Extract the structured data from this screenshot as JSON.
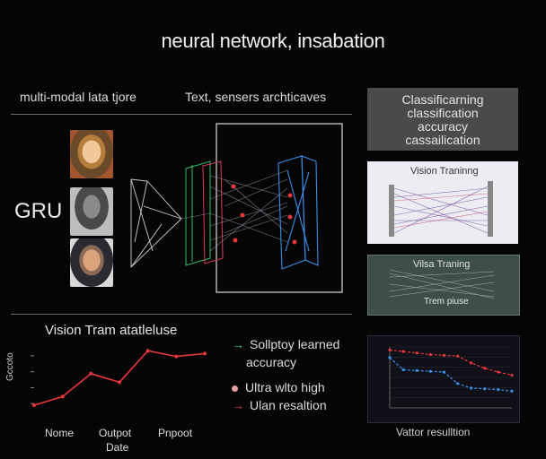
{
  "title": "neural network, insabation",
  "header": {
    "left_label": "multi-modal lata tjore",
    "center_label": "Text, sensers archticaves"
  },
  "side_label": "GRU",
  "right_panels": {
    "top": {
      "lines": [
        "Classificarning",
        "classification",
        "accuracy",
        "cassailication"
      ]
    },
    "vision": {
      "title": "Vision Traninng"
    },
    "green": {
      "title": "Vilsa Traning",
      "subtitle": "Trem piuse"
    },
    "chart_caption": "Vattor resulltion"
  },
  "chart_left": {
    "title": "Vision Tram atatleluse",
    "ylabel": "Gccoto",
    "xlabel": "Date",
    "x_ticks": [
      "Nome",
      "Outpot",
      "Pnpoot"
    ],
    "line_color": "#e8363b"
  },
  "legend": {
    "items": [
      {
        "label": "Sollptoy learned",
        "color": "#2fc06a",
        "icon": "arrow-icon"
      },
      {
        "label": "accuracy",
        "color": null,
        "icon": null
      },
      {
        "label": "Ultra wlto high",
        "color": "#e8a0a0",
        "icon": "dot-icon"
      },
      {
        "label": "Ulan resaltion",
        "color": "#e8363b",
        "icon": "arrow-icon"
      }
    ]
  },
  "colors": {
    "accent_red": "#e8363b",
    "accent_green": "#2fc06a",
    "accent_blue": "#3a8fe8"
  },
  "chart_data": [
    {
      "type": "line",
      "title": "Vision Tram atatleluse",
      "xlabel": "Date",
      "ylabel": "Gccoto",
      "categories": [
        "Nome",
        "Outpot",
        "Pnpoot"
      ],
      "series": [
        {
          "values": [
            1.0,
            1.6,
            3.2,
            2.6,
            4.8,
            4.4,
            4.6
          ]
        }
      ]
    },
    {
      "type": "line",
      "xlabel": "Vattor resulltion",
      "x": [
        0,
        1,
        2,
        3,
        4,
        5,
        6,
        7,
        8,
        9
      ],
      "series": [
        {
          "color": "#e8363b",
          "values": [
            7.6,
            7.4,
            7.2,
            7.0,
            6.9,
            6.8,
            5.9,
            5.2,
            4.7,
            4.3
          ]
        },
        {
          "color": "#3a8fe8",
          "values": [
            6.6,
            5.0,
            4.9,
            4.8,
            4.7,
            3.2,
            2.6,
            2.5,
            2.4,
            2.2
          ]
        }
      ]
    }
  ]
}
